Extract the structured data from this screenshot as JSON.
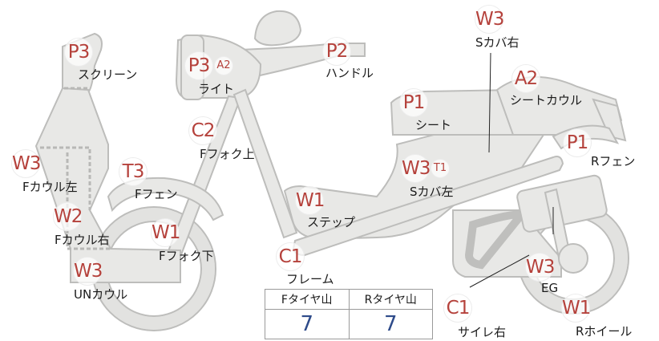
{
  "colors": {
    "code": "#b5423c",
    "value": "#2e4b8a",
    "part_fill": "#e8e8e6",
    "part_stroke": "#bdbdbb"
  },
  "parts": [
    {
      "id": "screen",
      "code": "P3",
      "label": "スクリーン"
    },
    {
      "id": "light",
      "code": "P3",
      "sub": "A2",
      "label": "ライト"
    },
    {
      "id": "handle",
      "code": "P2",
      "label": "ハンドル"
    },
    {
      "id": "s-cover-r",
      "code": "W3",
      "label": "Sカバ右"
    },
    {
      "id": "seat-cowl",
      "code": "A2",
      "label": "シートカウル"
    },
    {
      "id": "seat",
      "code": "P1",
      "label": "シート"
    },
    {
      "id": "r-fender",
      "code": "P1",
      "label": "Rフェン"
    },
    {
      "id": "f-fork-upper",
      "code": "C2",
      "label": "Fフォク上"
    },
    {
      "id": "f-cowl-l",
      "code": "W3",
      "label": "Fカウル左"
    },
    {
      "id": "f-fender",
      "code": "T3",
      "label": "Fフェン"
    },
    {
      "id": "s-cover-l",
      "code": "W3",
      "sub": "T1",
      "label": "Sカバ左"
    },
    {
      "id": "step",
      "code": "W1",
      "label": "ステップ"
    },
    {
      "id": "f-cowl-r",
      "code": "W2",
      "label": "Fカウル右"
    },
    {
      "id": "f-fork-lower",
      "code": "W1",
      "label": "Fフォク下"
    },
    {
      "id": "frame",
      "code": "C1",
      "label": "フレーム"
    },
    {
      "id": "un-cowl",
      "code": "W3",
      "label": "UNカウル"
    },
    {
      "id": "eg",
      "code": "W3",
      "label": "EG"
    },
    {
      "id": "muffler-r",
      "code": "C1",
      "label": "サイレ右"
    },
    {
      "id": "r-wheel",
      "code": "W1",
      "label": "Rホイール"
    }
  ],
  "tire_table": {
    "headers": [
      "Fタイヤ山",
      "Rタイヤ山"
    ],
    "values": [
      "7",
      "7"
    ]
  }
}
